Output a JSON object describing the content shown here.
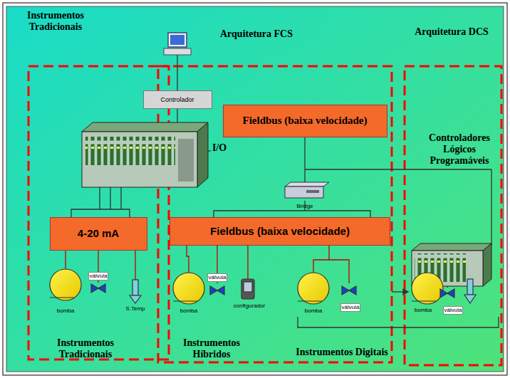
{
  "diagram": {
    "nodes": [
      {
        "text": [
          "Controlador"
        ]
      },
      {
        "text": [
          "Fieldbus (baixa velocidade)"
        ]
      },
      {
        "text": [
          "4-20 mA"
        ]
      },
      {
        "text": [
          "Fieldbus (baixa velocidade)"
        ]
      }
    ],
    "labels": [
      "Instrumentos Tradicionais",
      "Arquitetura FCS",
      "Arquitetura DCS",
      "I/O",
      "Controladores Lógicos Programáveis",
      "Bridge",
      "bomba",
      "válvula",
      "S.Temp",
      "bomba",
      "válvula",
      "configurador",
      "bomba",
      "válvula",
      "bomba",
      "válvula",
      "Instrumentos Tradicionais",
      "Instrumentos Híbridos",
      "Instrumentos Digitais"
    ]
  }
}
